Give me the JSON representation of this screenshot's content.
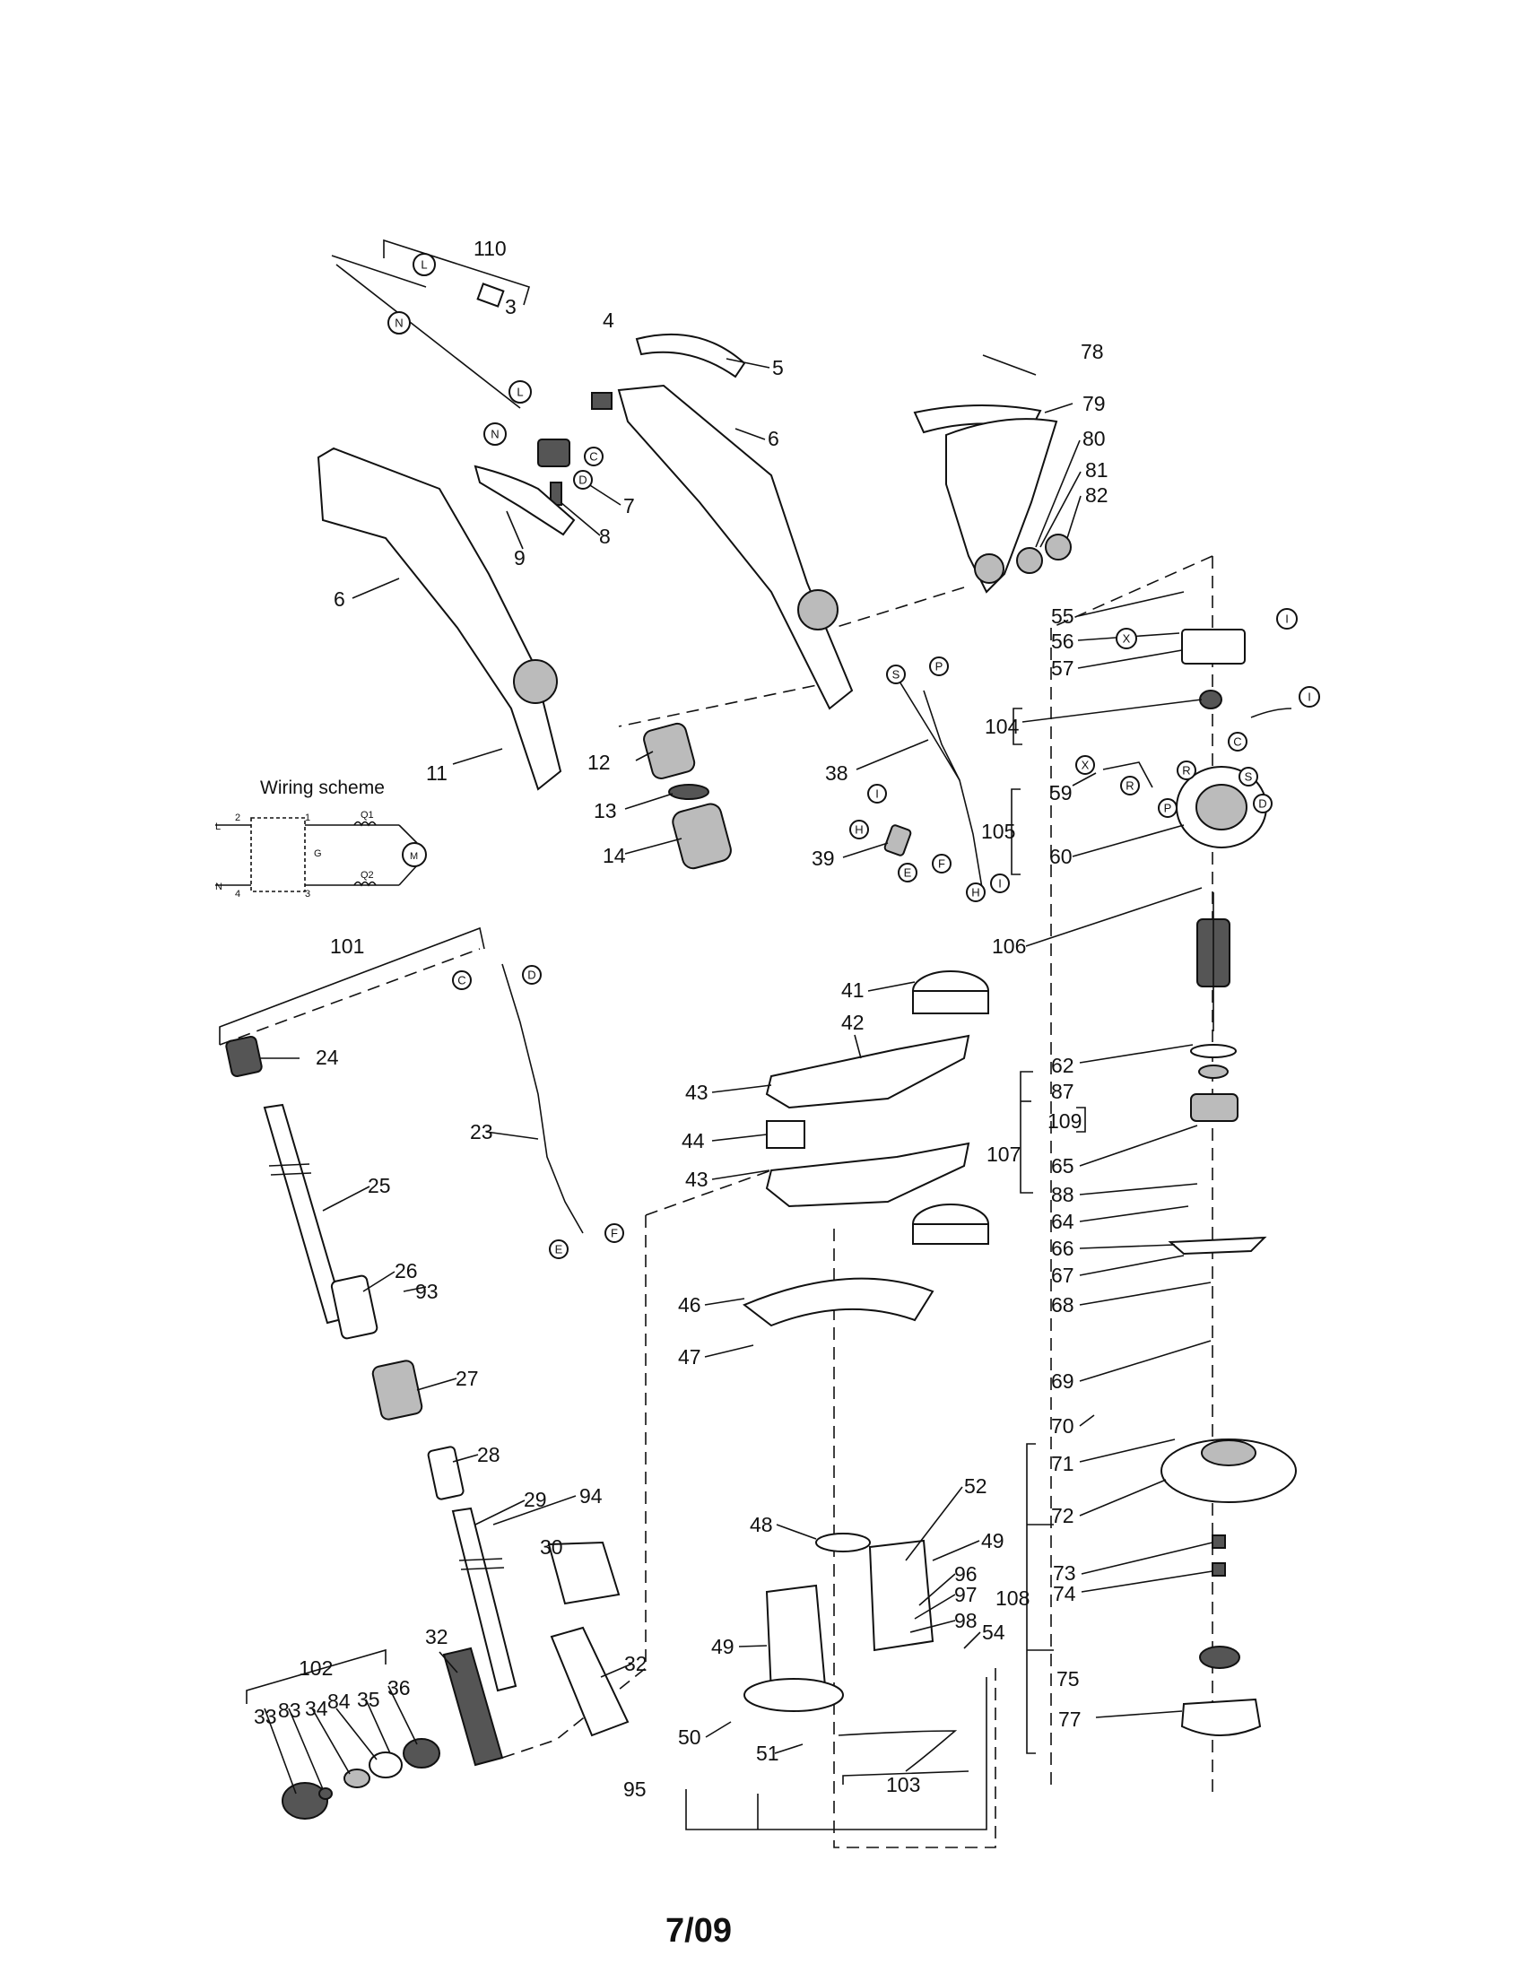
{
  "page": {
    "footer": "7/09"
  },
  "wiring": {
    "title": "Wiring scheme",
    "terminal_L": "L",
    "terminal_N": "N",
    "pin_1": "1",
    "pin_2": "2",
    "pin_3": "3",
    "pin_4": "4",
    "switch_tag": "G",
    "field_coil_1": "Q1",
    "field_coil_2": "Q2",
    "motor_symbol": "M"
  },
  "parts": {
    "p110": "110",
    "p3": "3",
    "p4": "4",
    "p5": "5",
    "p6a": "6",
    "p6b": "6",
    "p7": "7",
    "p8": "8",
    "p9": "9",
    "p11": "11",
    "p12": "12",
    "p13": "13",
    "p14": "14",
    "p23": "23",
    "p24": "24",
    "p25": "25",
    "p26": "26",
    "p27": "27",
    "p28": "28",
    "p29": "29",
    "p30": "30",
    "p32a": "32",
    "p32b": "32",
    "p33": "33",
    "p83": "83",
    "p34": "34",
    "p84": "84",
    "p35": "35",
    "p36": "36",
    "p38": "38",
    "p39": "39",
    "p41": "41",
    "p42": "42",
    "p43a": "43",
    "p43b": "43",
    "p44": "44",
    "p46": "46",
    "p47": "47",
    "p48": "48",
    "p49a": "49",
    "p49b": "49",
    "p50": "50",
    "p51": "51",
    "p52": "52",
    "p54": "54",
    "p55": "55",
    "p56": "56",
    "p57": "57",
    "p59": "59",
    "p60": "60",
    "p62": "62",
    "p64": "64",
    "p65": "65",
    "p66": "66",
    "p67": "67",
    "p68": "68",
    "p69": "69",
    "p70": "70",
    "p71": "71",
    "p72": "72",
    "p73": "73",
    "p74": "74",
    "p75": "75",
    "p77": "77",
    "p78": "78",
    "p79": "79",
    "p80": "80",
    "p81": "81",
    "p82": "82",
    "p87": "87",
    "p88": "88",
    "p93": "93",
    "p94": "94",
    "p95": "95",
    "p96": "96",
    "p97": "97",
    "p98": "98",
    "p101": "101",
    "p102": "102",
    "p103": "103",
    "p104": "104",
    "p105": "105",
    "p106": "106",
    "p107": "107",
    "p108": "108",
    "p109": "109"
  },
  "wire_tags": {
    "L": "L",
    "N": "N",
    "C": "C",
    "D": "D",
    "X": "X",
    "R": "R",
    "P": "P",
    "S": "S",
    "H": "H",
    "I": "I",
    "E": "E",
    "F": "F"
  }
}
